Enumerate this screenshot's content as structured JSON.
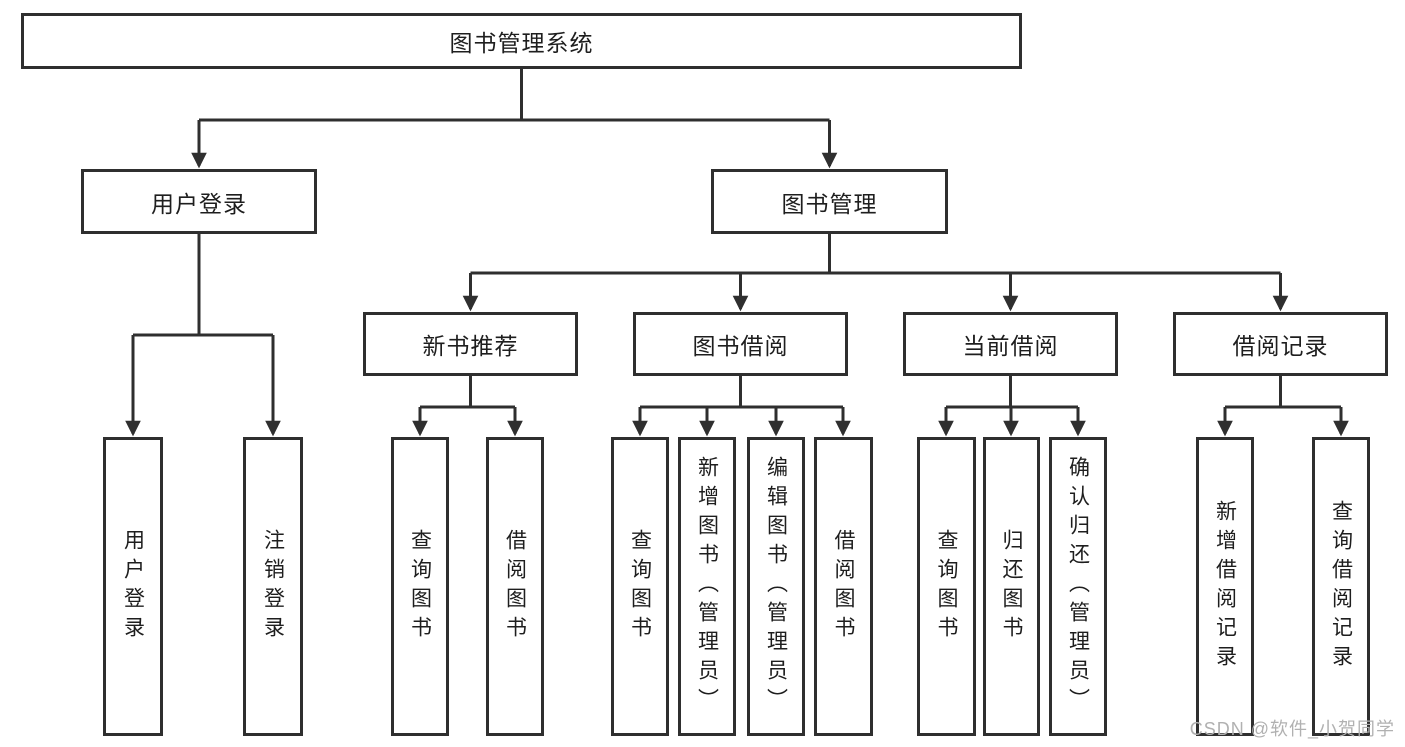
{
  "diagram_type": "functional-structure-tree",
  "tree": {
    "root": {
      "label": "图书管理系统",
      "children": [
        {
          "label": "用户登录",
          "children": [
            {
              "label": "用户登录"
            },
            {
              "label": "注销登录"
            }
          ]
        },
        {
          "label": "图书管理",
          "children": [
            {
              "label": "新书推荐",
              "children": [
                {
                  "label": "查询图书"
                },
                {
                  "label": "借阅图书"
                }
              ]
            },
            {
              "label": "图书借阅",
              "children": [
                {
                  "label": "查询图书"
                },
                {
                  "label": "新增图书（管理员）"
                },
                {
                  "label": "编辑图书（管理员）"
                },
                {
                  "label": "借阅图书"
                }
              ]
            },
            {
              "label": "当前借阅",
              "children": [
                {
                  "label": "查询图书"
                },
                {
                  "label": "归还图书"
                },
                {
                  "label": "确认归还（管理员）"
                }
              ]
            },
            {
              "label": "借阅记录",
              "children": [
                {
                  "label": "新增借阅记录"
                },
                {
                  "label": "查询借阅记录"
                }
              ]
            }
          ]
        }
      ]
    }
  },
  "watermark": {
    "text": "CSDN @软件_小贺同学"
  },
  "colors": {
    "line": "#2f2f2f",
    "box_border": "#2f2f2f",
    "text": "#1e1e1e",
    "watermark": "#b1b1b1",
    "background": "#ffffff"
  }
}
